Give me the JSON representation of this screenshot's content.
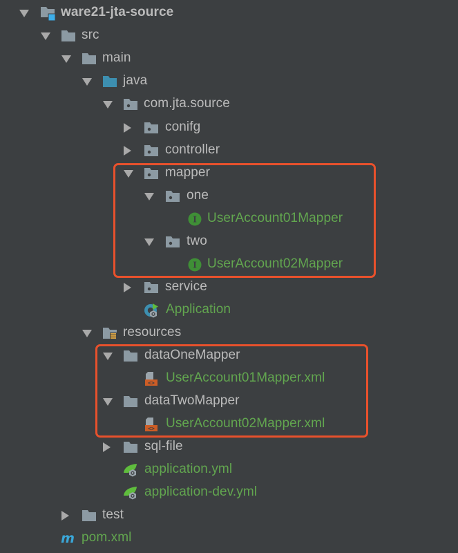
{
  "project_tree": {
    "colors": {
      "background": "#3c3f41",
      "text": "#bbbbbb",
      "green_text": "#62a64f",
      "folder": "#8c9aa3",
      "source_folder": "#3d8fb0",
      "highlight": "#e8512c"
    },
    "nodes": [
      {
        "label": "ware21-jta-source",
        "type": "module",
        "expanded": true,
        "level": 0
      },
      {
        "label": "src",
        "type": "folder",
        "expanded": true,
        "level": 1
      },
      {
        "label": "main",
        "type": "folder",
        "expanded": true,
        "level": 2
      },
      {
        "label": "java",
        "type": "source-folder",
        "expanded": true,
        "level": 3
      },
      {
        "label": "com.jta.source",
        "type": "package",
        "expanded": true,
        "level": 4
      },
      {
        "label": "conifg",
        "type": "package",
        "expanded": false,
        "level": 5
      },
      {
        "label": "controller",
        "type": "package",
        "expanded": false,
        "level": 5
      },
      {
        "label": "mapper",
        "type": "package",
        "expanded": true,
        "level": 5
      },
      {
        "label": "one",
        "type": "package",
        "expanded": true,
        "level": 6
      },
      {
        "label": "UserAccount01Mapper",
        "type": "interface",
        "level": 7
      },
      {
        "label": "two",
        "type": "package",
        "expanded": true,
        "level": 6
      },
      {
        "label": "UserAccount02Mapper",
        "type": "interface",
        "level": 7
      },
      {
        "label": "service",
        "type": "package",
        "expanded": false,
        "level": 5
      },
      {
        "label": "Application",
        "type": "spring-boot-class",
        "level": 5
      },
      {
        "label": "resources",
        "type": "resources-folder",
        "expanded": true,
        "level": 3
      },
      {
        "label": "dataOneMapper",
        "type": "folder",
        "expanded": true,
        "level": 4
      },
      {
        "label": "UserAccount01Mapper.xml",
        "type": "xml-file",
        "level": 5
      },
      {
        "label": "dataTwoMapper",
        "type": "folder",
        "expanded": true,
        "level": 4
      },
      {
        "label": "UserAccount02Mapper.xml",
        "type": "xml-file",
        "level": 5
      },
      {
        "label": "sql-file",
        "type": "folder",
        "expanded": false,
        "level": 4
      },
      {
        "label": "application.yml",
        "type": "spring-yml",
        "level": 4
      },
      {
        "label": "application-dev.yml",
        "type": "spring-yml",
        "level": 4
      },
      {
        "label": "test",
        "type": "folder",
        "expanded": false,
        "level": 2
      },
      {
        "label": "pom.xml",
        "type": "maven-pom",
        "level": 1
      }
    ],
    "highlight_boxes": [
      {
        "name": "mapper-java-highlight",
        "covers": [
          "mapper",
          "one",
          "UserAccount01Mapper",
          "two",
          "UserAccount02Mapper"
        ]
      },
      {
        "name": "mapper-xml-highlight",
        "covers": [
          "dataOneMapper",
          "UserAccount01Mapper.xml",
          "dataTwoMapper",
          "UserAccount02Mapper.xml"
        ]
      }
    ]
  }
}
